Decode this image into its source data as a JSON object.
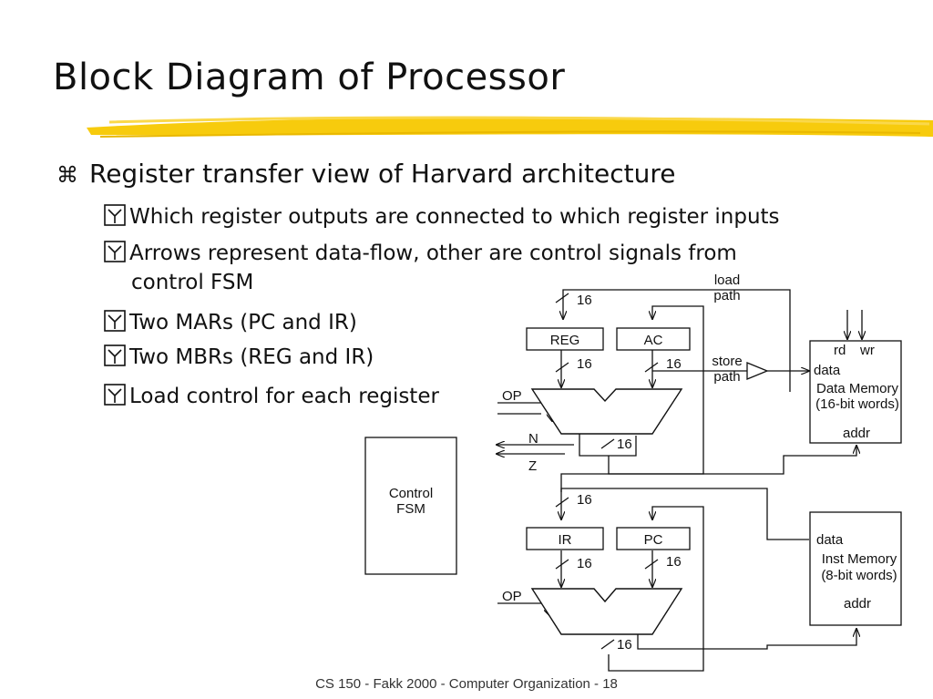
{
  "slide": {
    "title": "Block Diagram of Processor",
    "footer": "CS 150 - Fakk 2000 - Computer Organization - 18",
    "accent_color": "#f5c400"
  },
  "bullets": {
    "level1": {
      "marker": "⌘",
      "text": "Register transfer view of Harvard architecture"
    },
    "items": [
      {
        "text": "Which register outputs are connected to which register inputs",
        "cont": ""
      },
      {
        "text": "Arrows represent data-flow, other are control signals from",
        "cont": "control FSM"
      },
      {
        "text": "Two MARs (PC and IR)",
        "cont": ""
      },
      {
        "text": "Two MBRs (REG and IR)",
        "cont": ""
      },
      {
        "text": "Load control for each register",
        "cont": ""
      }
    ]
  },
  "diagram": {
    "registers": {
      "reg": "REG",
      "ac": "AC",
      "ir": "IR",
      "pc": "PC"
    },
    "control_fsm": {
      "line1": "Control",
      "line2": "FSM"
    },
    "data_memory": {
      "rd": "rd",
      "wr": "wr",
      "data": "data",
      "name": "Data Memory",
      "desc": "(16-bit words)",
      "addr": "addr"
    },
    "inst_memory": {
      "data": "data",
      "name": "Inst Memory",
      "desc": "(8-bit words)",
      "addr": "addr"
    },
    "labels": {
      "load1": "load",
      "load2": "path",
      "store1": "store",
      "store2": "path",
      "op_top": "OP",
      "op_bottom": "OP",
      "n": "N",
      "z": "Z"
    },
    "bus_widths": {
      "reg_in": "16",
      "reg_out": "16",
      "ac_out": "16",
      "alu1_out": "16",
      "ir_in": "16",
      "ir_out": "16",
      "pc_out": "16",
      "alu2_out": "16"
    }
  }
}
